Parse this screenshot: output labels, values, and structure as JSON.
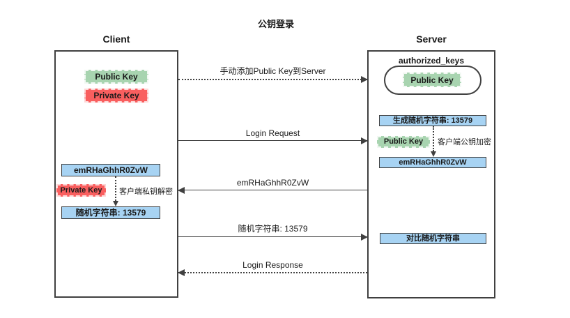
{
  "title": "公钥登录",
  "colors": {
    "line": "#404040",
    "green": "#a8d4b0",
    "red": "#f95f5f",
    "blue": "#a7d3f3"
  },
  "client": {
    "title": "Client",
    "public_key_label": "Public Key",
    "private_key_label": "Private Key",
    "encrypted_string": "emRHaGhhR0ZvW",
    "decrypt_key_label": "Private Key",
    "decrypt_note": "客户端私钥解密",
    "random_string": "随机字符串: 13579"
  },
  "server": {
    "title": "Server",
    "authorized_keys_label": "authorized_keys",
    "stored_public_key_label": "Public Key",
    "generate_random_string": "生成随机字符串: 13579",
    "encrypt_key_label": "Public Key",
    "encrypt_note": "客户端公钥加密",
    "encrypted_string": "emRHaGhhR0ZvW",
    "compare_random_string": "对比随机字符串"
  },
  "messages": [
    {
      "label": "手动添加Public Key到Server",
      "direction": "right",
      "style": "dotted"
    },
    {
      "label": "Login Request",
      "direction": "right",
      "style": "solid"
    },
    {
      "label": "emRHaGhhR0ZvW",
      "direction": "left",
      "style": "solid"
    },
    {
      "label": "随机字符串: 13579",
      "direction": "right",
      "style": "solid"
    },
    {
      "label": "Login Response",
      "direction": "left",
      "style": "dotted"
    }
  ]
}
